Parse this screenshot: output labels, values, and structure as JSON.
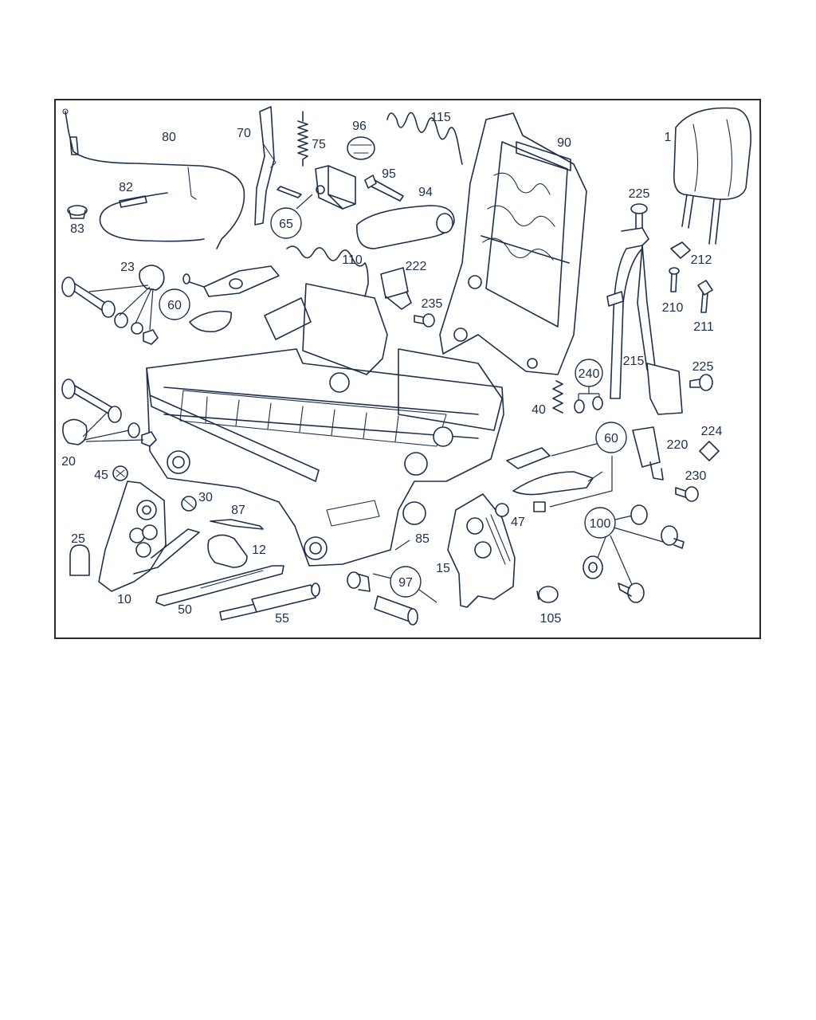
{
  "colors": {
    "ink": "#1e2f4a",
    "frame": "#2a2a2a",
    "background": "#ffffff"
  },
  "labels": {
    "l80": "80",
    "l70": "70",
    "l75": "75",
    "l96": "96",
    "l115": "115",
    "l90": "90",
    "l1": "1",
    "l82": "82",
    "l83": "83",
    "l95": "95",
    "l94": "94",
    "l65": "65",
    "l225a": "225",
    "l110": "110",
    "l212": "212",
    "l23": "23",
    "l222": "222",
    "l60a": "60",
    "l235": "235",
    "l210": "210",
    "l211": "211",
    "l240": "240",
    "l215": "215",
    "l225b": "225",
    "l40": "40",
    "l224": "224",
    "l60b": "60",
    "l220": "220",
    "l20": "20",
    "l45": "45",
    "l230": "230",
    "l30": "30",
    "l87": "87",
    "l100": "100",
    "l47": "47",
    "l25": "25",
    "l85": "85",
    "l12": "12",
    "l15": "15",
    "l97": "97",
    "l10": "10",
    "l50": "50",
    "l55": "55",
    "l105": "105"
  }
}
